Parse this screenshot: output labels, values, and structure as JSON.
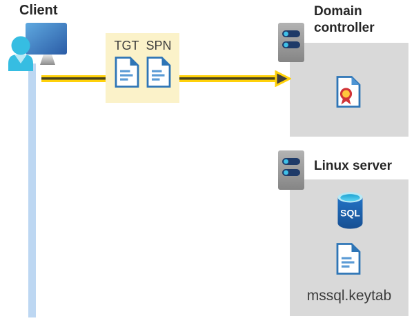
{
  "labels": {
    "client": "Client",
    "tgt": "TGT",
    "spn": "SPN",
    "domain_controller": "Domain controller",
    "linux_server": "Linux server",
    "sql": "SQL",
    "keytab_file": "mssql.keytab"
  },
  "icons": {
    "client": "user-workstation-icon",
    "tgt_ticket": "document-icon",
    "spn_ticket": "document-icon",
    "domain_controller": "rack-server-icon",
    "certificate": "certificate-icon",
    "linux_server": "rack-server-icon",
    "database": "sql-database-icon",
    "keytab": "document-icon"
  },
  "colors": {
    "arrow_yellow": "#FFD10A",
    "arrow_dark": "#404040",
    "note_background": "#FBF2C9",
    "box_background": "#D9D9D9",
    "document_blue": "#2E75B6",
    "document_line_blue": "#5B9BD5",
    "person_cyan": "#36BDE2",
    "server_bar_navy": "#1E3A68",
    "server_dot_cyan": "#3FC0E8",
    "lifeline_blue": "#BDD7F2",
    "label_text": "#262626",
    "sublabel_text": "#3C3C3C",
    "sql_body_blue": "#1E5CA8",
    "certificate_red": "#D13438",
    "certificate_gold": "#FFC83D"
  }
}
